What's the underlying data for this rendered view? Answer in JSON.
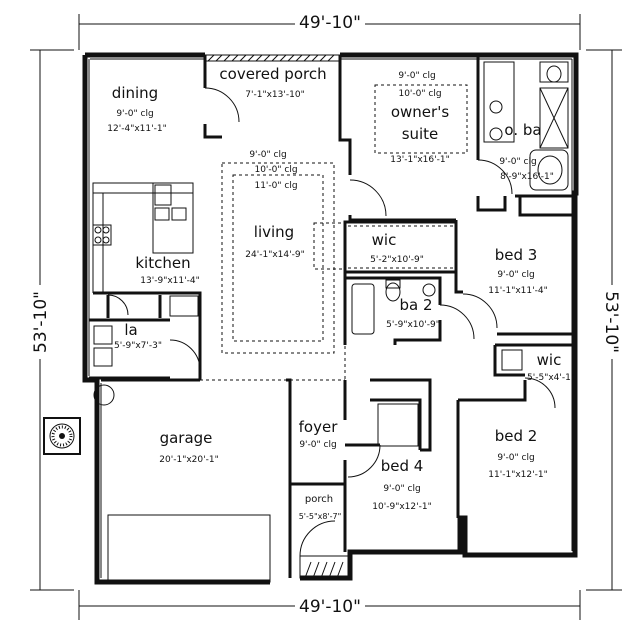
{
  "dimensions": {
    "top": "49'-10\"",
    "bottom": "49'-10\"",
    "left": "53'-10\"",
    "right": "53'-10\""
  },
  "rooms": {
    "dining": {
      "name": "dining",
      "clg": "9'-0\" clg",
      "size": "12'-4\"x11'-1\""
    },
    "covered_porch": {
      "name": "covered porch",
      "size": "7'-1\"x13'-10\""
    },
    "owners_suite": {
      "clg1": "9'-0\" clg",
      "clg2": "10'-0\" clg",
      "name1": "owner's",
      "name2": "suite",
      "size": "13'-1\"x16'-1\""
    },
    "o_ba": {
      "name": "o. ba",
      "clg": "9'-0\" clg",
      "size": "8'-9\"x16'-1\""
    },
    "living": {
      "clg1": "9'-0\" clg",
      "clg2": "10'-0\" clg",
      "clg3": "11'-0\" clg",
      "name": "living",
      "size": "24'-1\"x14'-9\""
    },
    "kitchen": {
      "name": "kitchen",
      "size": "13'-9\"x11'-4\""
    },
    "wic_owner": {
      "name": "wic",
      "size": "5'-2\"x10'-9\""
    },
    "bed3": {
      "name": "bed 3",
      "clg": "9'-0\" clg",
      "size": "11'-1\"x11'-4\""
    },
    "ba2": {
      "name": "ba 2",
      "size": "5'-9\"x10'-9\""
    },
    "la": {
      "name": "la",
      "size": "5'-9\"x7'-3\""
    },
    "wic_bed2": {
      "name": "wic",
      "size": "5'-5\"x4'-1\""
    },
    "garage": {
      "name": "garage",
      "size": "20'-1\"x20'-1\""
    },
    "foyer": {
      "name": "foyer",
      "clg": "9'-0\" clg"
    },
    "bed4": {
      "name": "bed 4",
      "clg": "9'-0\" clg",
      "size": "10'-9\"x12'-1\""
    },
    "bed2": {
      "name": "bed 2",
      "clg": "9'-0\" clg",
      "size": "11'-1\"x12'-1\""
    },
    "porch": {
      "name": "porch",
      "size": "5'-5\"x8'-7\""
    }
  },
  "icons": {
    "ac_unit": "ac-unit-icon",
    "water_heater": "water-heater-icon"
  }
}
